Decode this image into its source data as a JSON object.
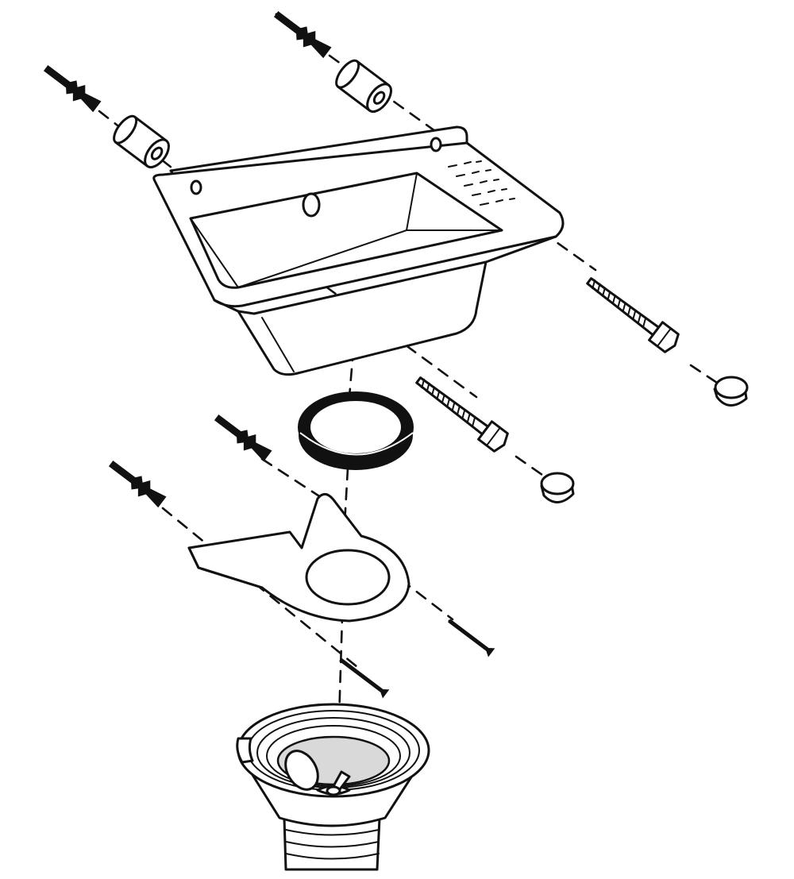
{
  "diagram": {
    "parts": [
      {
        "id": "wall-plug",
        "count": 4
      },
      {
        "id": "spacer-sleeve",
        "count": 2
      },
      {
        "id": "utility-sink",
        "count": 1
      },
      {
        "id": "fixing-screw",
        "count": 2
      },
      {
        "id": "screw-cap",
        "count": 2
      },
      {
        "id": "sealing-ring",
        "count": 1
      },
      {
        "id": "support-bracket",
        "count": 1
      },
      {
        "id": "wood-screw",
        "count": 2
      },
      {
        "id": "drain-strainer",
        "count": 1
      }
    ],
    "colors": {
      "line": "#111111",
      "background": "#ffffff",
      "shade": "#d9d9d9"
    }
  }
}
